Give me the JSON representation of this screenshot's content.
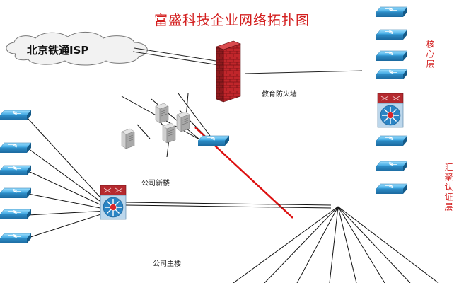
{
  "title": "富盛科技企业网络拓扑图",
  "isp_label": "北京铁通ISP",
  "firewall_label": "教育防火墙",
  "building_new_label": "公司新楼",
  "building_main_label": "公司主楼",
  "layer_core_label": "核心层",
  "layer_agg_label": "汇聚认证层",
  "colors": {
    "title": "#d31e1e",
    "switch_blue": "#2a8fd0",
    "firewall_red": "#c0262b",
    "link_red": "#dd1111"
  }
}
